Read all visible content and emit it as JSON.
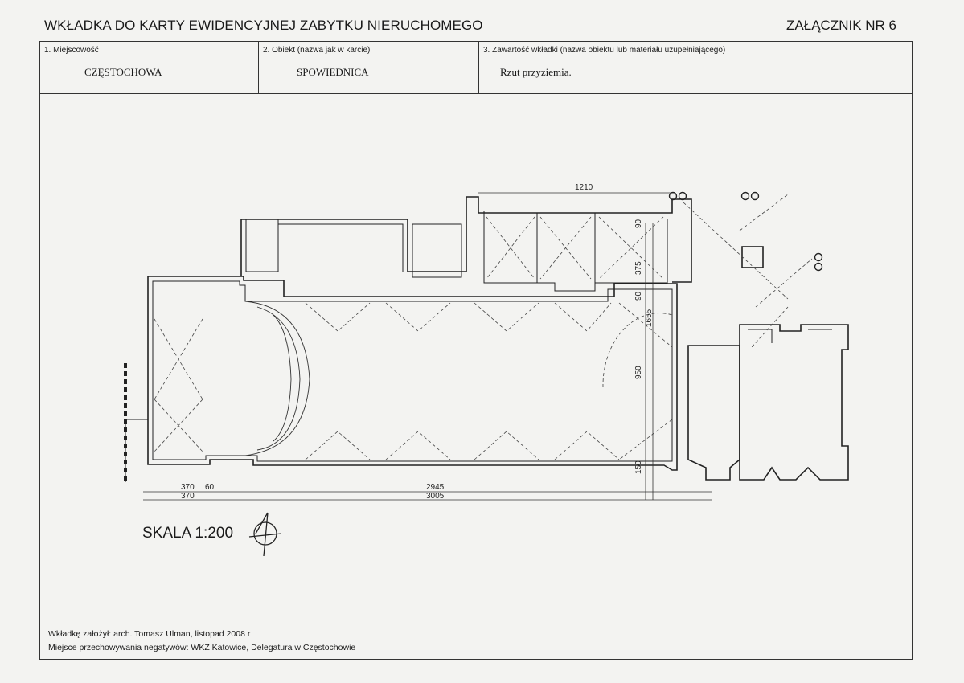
{
  "header": {
    "title": "WKŁADKA DO KARTY EWIDENCYJNEJ ZABYTKU NIERUCHOMEGO",
    "annex": "ZAŁĄCZNIK NR 6"
  },
  "fields": {
    "locality_label": "1. Miejscowość",
    "locality_value": "CZĘSTOCHOWA",
    "object_label": "2. Obiekt (nazwa jak w karcie)",
    "object_value": "SPOWIEDNICA",
    "content_label": "3. Zawartość wkładki (nazwa obiektu lub materiału uzupełniającego)",
    "content_value": "Rzut przyziemia."
  },
  "plan": {
    "scale_label": "SKALA 1:200",
    "dimensions": {
      "top": "1210",
      "v90a": "90",
      "v375": "375",
      "v90b": "90",
      "v1655": "1655",
      "v950": "950",
      "v150": "150",
      "b370a": "370",
      "b60": "60",
      "b2945": "2945",
      "b370b": "370",
      "b3005": "3005"
    }
  },
  "footer": {
    "author": "Wkładkę założył: arch. Tomasz Ulman, listopad 2008 r",
    "storage": "Miejsce przechowywania negatywów: WKZ Katowice, Delegatura w Częstochowie"
  }
}
